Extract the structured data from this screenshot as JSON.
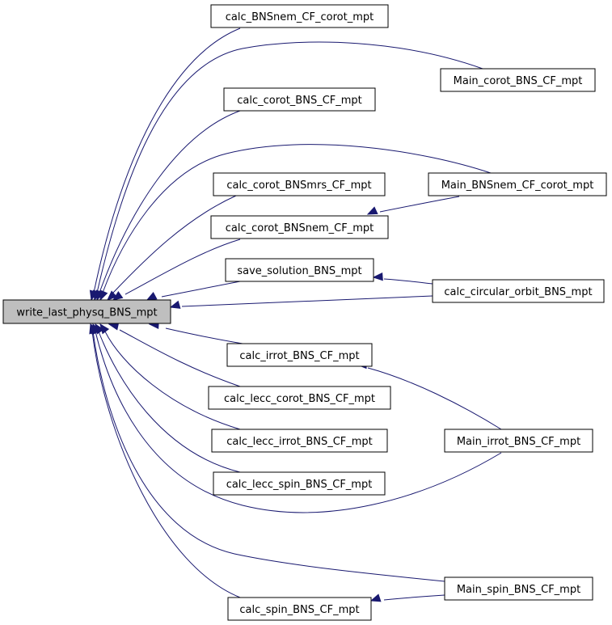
{
  "nodes": {
    "write_last": "write_last_physq_BNS_mpt",
    "calc_BNSnem_corot": "calc_BNSnem_CF_corot_mpt",
    "calc_corot": "calc_corot_BNS_CF_mpt",
    "calc_corot_mrs": "calc_corot_BNSmrs_CF_mpt",
    "calc_corot_nem": "calc_corot_BNSnem_CF_mpt",
    "save_solution": "save_solution_BNS_mpt",
    "calc_irrot": "calc_irrot_BNS_CF_mpt",
    "calc_lecc_corot": "calc_lecc_corot_BNS_CF_mpt",
    "calc_lecc_irrot": "calc_lecc_irrot_BNS_CF_mpt",
    "calc_lecc_spin": "calc_lecc_spin_BNS_CF_mpt",
    "calc_spin": "calc_spin_BNS_CF_mpt",
    "main_corot": "Main_corot_BNS_CF_mpt",
    "main_BNSnem": "Main_BNSnem_CF_corot_mpt",
    "calc_circular": "calc_circular_orbit_BNS_mpt",
    "main_irrot": "Main_irrot_BNS_CF_mpt",
    "main_spin": "Main_spin_BNS_CF_mpt"
  },
  "edge_color": "#191970",
  "focus_node_fill": "#bfbfbf"
}
